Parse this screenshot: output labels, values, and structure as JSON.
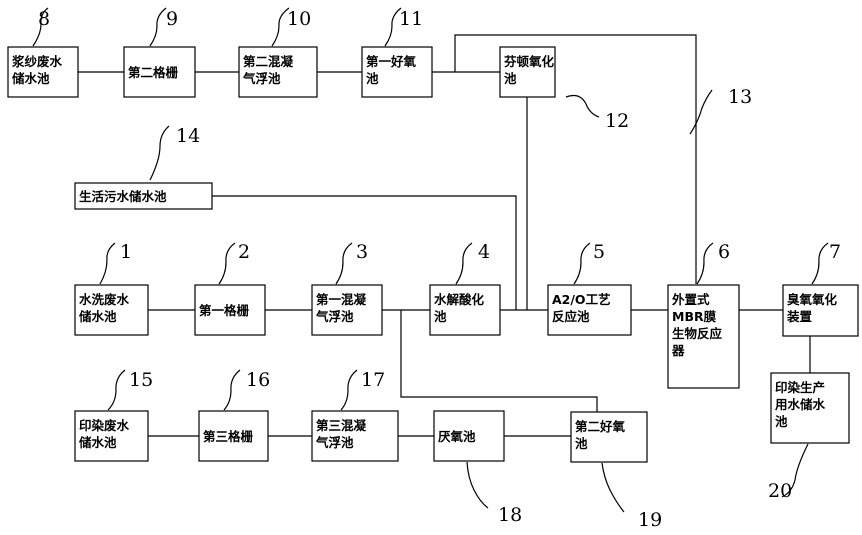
{
  "nodes": [
    {
      "id": "n8",
      "number": "8",
      "lines": [
        "浆纱废水",
        "储水池"
      ]
    },
    {
      "id": "n9",
      "number": "9",
      "lines": [
        "第二格栅"
      ]
    },
    {
      "id": "n10",
      "number": "10",
      "lines": [
        "第二混凝",
        "气浮池"
      ]
    },
    {
      "id": "n11",
      "number": "11",
      "lines": [
        "第一好氧",
        "池"
      ]
    },
    {
      "id": "n12",
      "number": "12",
      "lines": [
        "芬顿氧化",
        "池"
      ]
    },
    {
      "id": "n13",
      "number": "13",
      "lines": []
    },
    {
      "id": "n14",
      "number": "14",
      "lines": [
        "生活污水储水池"
      ]
    },
    {
      "id": "n1",
      "number": "1",
      "lines": [
        "水洗废水",
        "储水池"
      ]
    },
    {
      "id": "n2",
      "number": "2",
      "lines": [
        "第一格栅"
      ]
    },
    {
      "id": "n3",
      "number": "3",
      "lines": [
        "第一混凝",
        "气浮池"
      ]
    },
    {
      "id": "n4",
      "number": "4",
      "lines": [
        "水解酸化",
        "池"
      ]
    },
    {
      "id": "n5",
      "number": "5",
      "lines": [
        "A2/O工艺",
        "反应池"
      ]
    },
    {
      "id": "n6",
      "number": "6",
      "lines": [
        "外置式",
        "MBR膜",
        "生物反应",
        "器"
      ]
    },
    {
      "id": "n7",
      "number": "7",
      "lines": [
        "臭氧氧化",
        "装置"
      ]
    },
    {
      "id": "n20",
      "number": "20",
      "lines": [
        "印染生产",
        "用水储水",
        "池"
      ]
    },
    {
      "id": "n15",
      "number": "15",
      "lines": [
        "印染废水",
        "储水池"
      ]
    },
    {
      "id": "n16",
      "number": "16",
      "lines": [
        "第三格栅"
      ]
    },
    {
      "id": "n17",
      "number": "17",
      "lines": [
        "第三混凝",
        "气浮池"
      ]
    },
    {
      "id": "n18",
      "number": "18",
      "lines": [
        "厌氧池"
      ]
    },
    {
      "id": "n19",
      "number": "19",
      "lines": [
        "第二好氧",
        "池"
      ]
    }
  ]
}
